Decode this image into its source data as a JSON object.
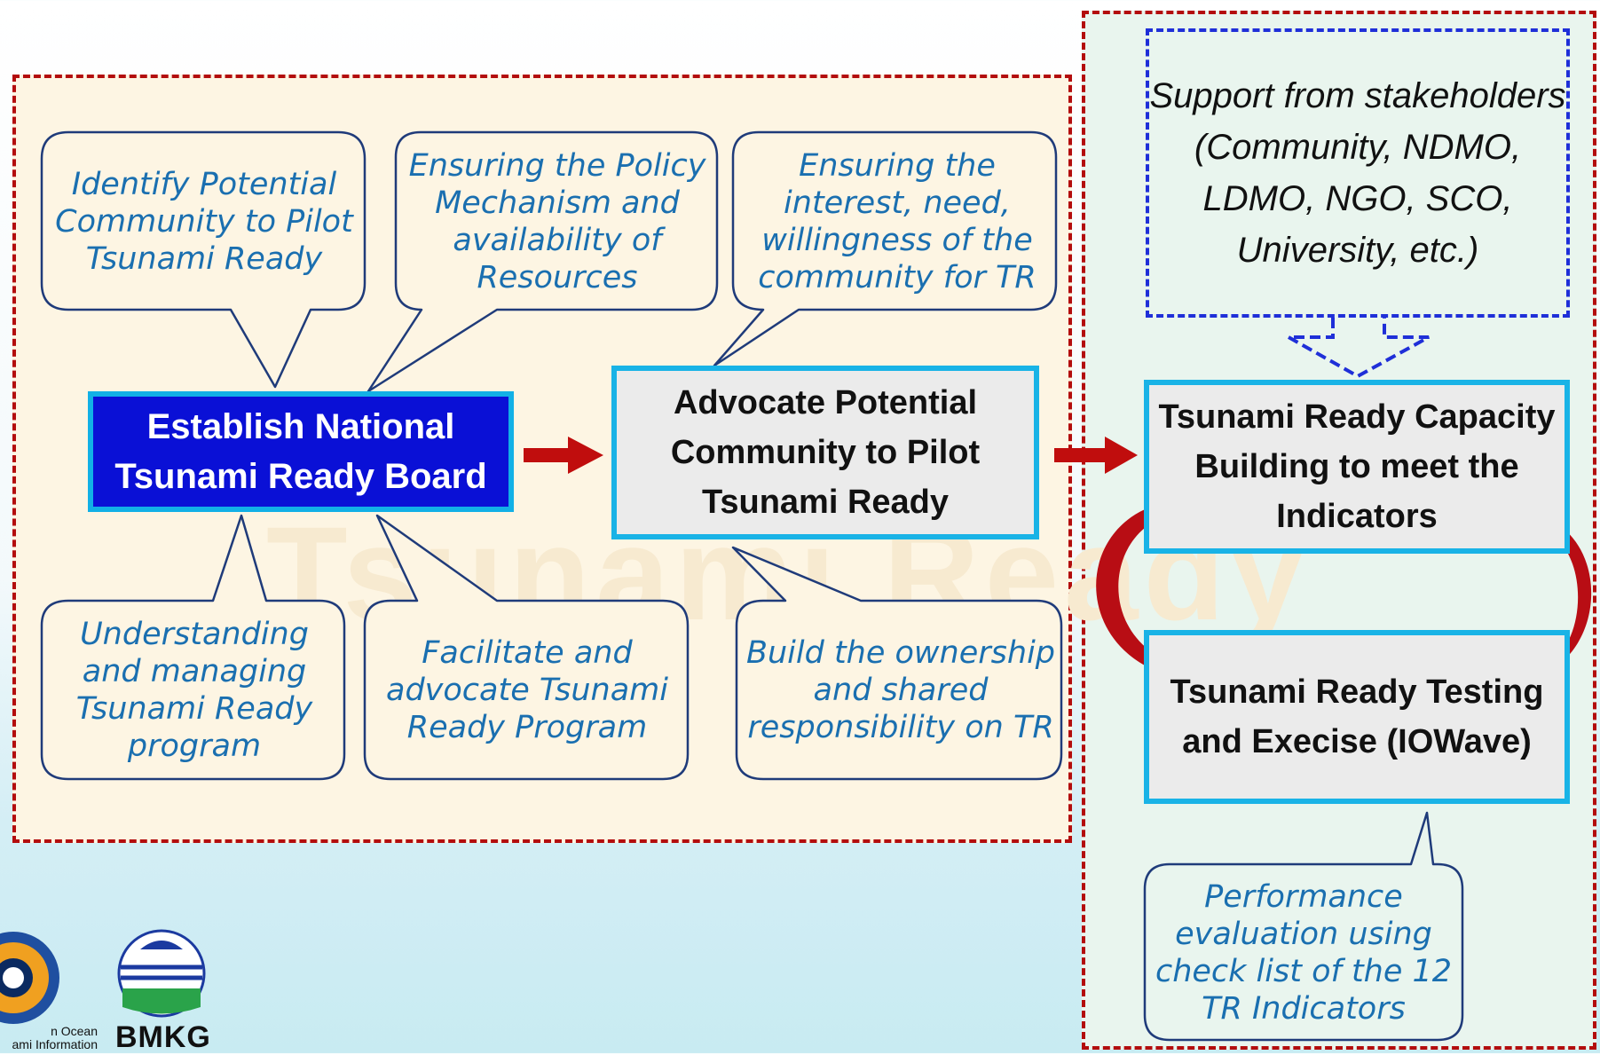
{
  "watermark": "Tsunami Ready",
  "colors": {
    "frame": "#b30d0d",
    "bubble_text": "#1a6fb0",
    "bubble_border": "#1f3b7a",
    "dark_box": "#0a10d6",
    "box_border": "#19b3e6",
    "arrow": "#c00d0d"
  },
  "central": {
    "establish": "Establish National Tsunami Ready Board",
    "advocate": "Advocate Potential Community to Pilot Tsunami Ready",
    "capacity": "Tsunami Ready Capacity Building to meet the Indicators",
    "testing": "Tsunami Ready Testing and Execise (IOWave)"
  },
  "support": "Support from stakeholders (Community, NDMO, LDMO, NGO, SCO, University, etc.)",
  "bubbles": {
    "identify": "Identify Potential Community to Pilot Tsunami Ready",
    "policy": "Ensuring the Policy Mechanism and availability of Resources",
    "interest": "Ensuring the interest, need, willingness of the community for TR",
    "understanding": "Understanding and managing Tsunami Ready program",
    "facilitate": "Facilitate and advocate Tsunami Ready Program",
    "ownership": "Build the ownership and shared responsibility on TR",
    "performance": "Performance evaluation using check list of the 12 TR Indicators"
  },
  "logos": {
    "iotic_line1": "n Ocean",
    "iotic_line2": "ami Information",
    "bmkg": "BMKG"
  },
  "icons": [
    "arrow-right-icon",
    "cycle-arrow-icon",
    "iotic-logo",
    "bmkg-logo"
  ]
}
